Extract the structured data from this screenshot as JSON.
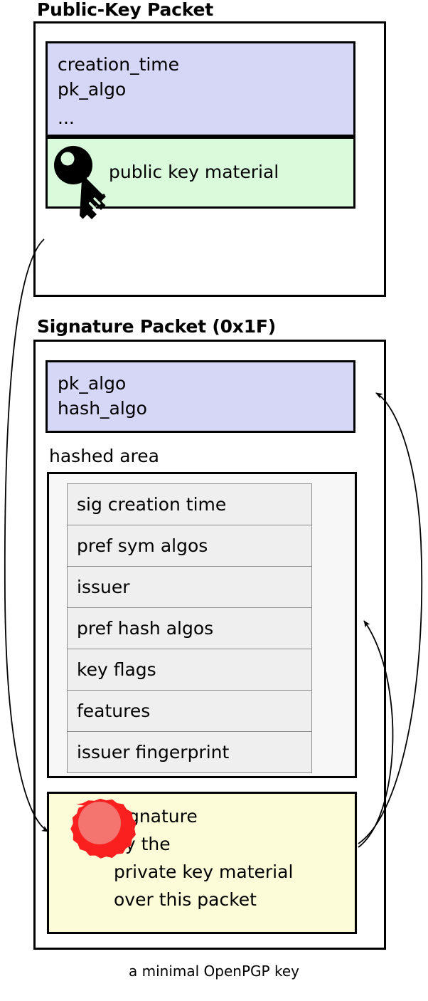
{
  "diagram": {
    "caption": "a minimal OpenPGP key",
    "colors": {
      "purple_field": "#d6d6f7",
      "green_field": "#d9fbdb",
      "yellow_field": "#fdfcd8",
      "subpacket_row": "#efefef",
      "hashed_area": "#f7f7f7",
      "seal_outer": "#fa2020",
      "seal_inner": "#f4756f",
      "stroke": "#000000"
    },
    "packets": [
      {
        "id": "public-key-packet",
        "title": "Public-Key Packet",
        "header_fields": [
          "creation_time",
          "pk_algo",
          "..."
        ],
        "material": {
          "icon": "key-icon",
          "label": "public key material"
        }
      },
      {
        "id": "signature-packet",
        "title": "Signature Packet (0x1F)",
        "header_fields": [
          "pk_algo",
          "hash_algo"
        ],
        "hashed_area": {
          "label": "hashed area",
          "subpackets": [
            "sig creation time",
            "pref sym algos",
            "issuer",
            "pref hash algos",
            "key flags",
            "features",
            "issuer fingerprint"
          ]
        },
        "signature": {
          "icon": "seal-icon",
          "lines": [
            "signature",
            "by the",
            "private key material",
            "over this packet"
          ]
        }
      }
    ],
    "arrows": [
      {
        "name": "public-key-to-signature",
        "from": "public-key-packet",
        "to": "signature-value"
      },
      {
        "name": "signature-to-algo-fields",
        "from": "signature-value",
        "to": "signature-header-fields"
      },
      {
        "name": "signature-to-hashed-area",
        "from": "signature-value",
        "to": "hashed-area"
      }
    ]
  }
}
